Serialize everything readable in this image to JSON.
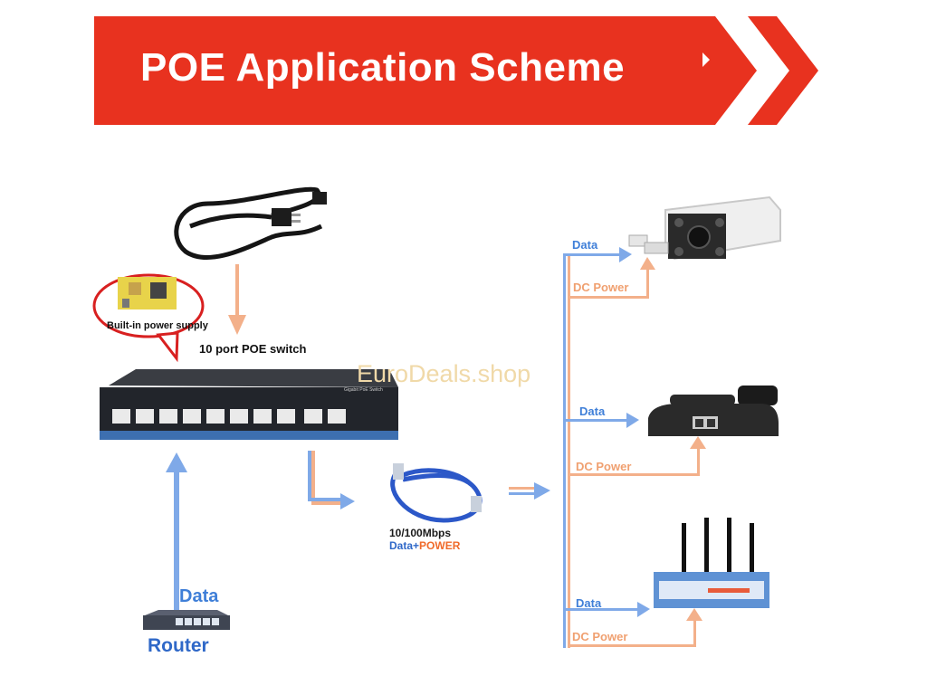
{
  "banner": {
    "title": "POE Application Scheme",
    "color": "#e8321f"
  },
  "watermark": "EuroDeals.shop",
  "switch_area": {
    "power_supply_label": "Built-in power supply",
    "switch_label": "10 port POE switch",
    "switch_label_front": "Gigabit PoE Switch"
  },
  "router": {
    "data_label": "Data",
    "name": "Router"
  },
  "cable": {
    "speed": "10/100Mbps",
    "data_part": "Data+",
    "power_part": "POWER"
  },
  "devices": [
    {
      "name": "camera",
      "data_label": "Data",
      "power_label": "DC Power"
    },
    {
      "name": "phone",
      "data_label": "Data",
      "power_label": "DC Power"
    },
    {
      "name": "wireless-router",
      "data_label": "Data",
      "power_label": "DC Power"
    }
  ],
  "colors": {
    "data": "#7fa9e8",
    "power": "#f3b08a",
    "data_text": "#3f7fd8",
    "power_text": "#f0a070"
  }
}
